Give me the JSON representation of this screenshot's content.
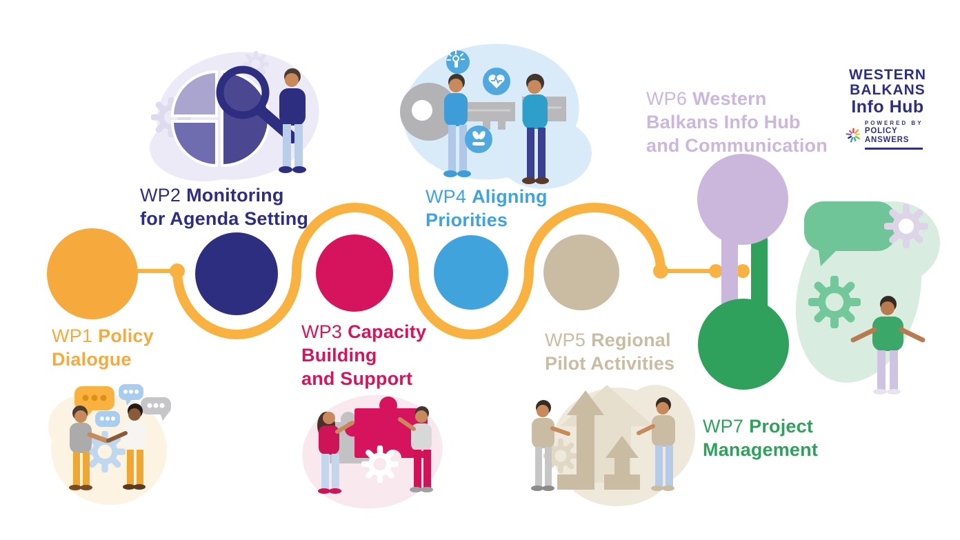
{
  "logo": {
    "line1": "WESTERN",
    "line2": "BALKANS",
    "line3": "Info Hub",
    "powered_by": "POWERED BY",
    "brand": "POLICY ANSWERS",
    "color": "#2D2E80"
  },
  "connector": {
    "color": "#F9B240"
  },
  "work_packages": [
    {
      "prefix": "WP1",
      "bold_lead": "Policy",
      "lines": [
        "Dialogue"
      ],
      "color": "#F6A93C"
    },
    {
      "prefix": "WP2",
      "bold_lead": "Monitoring",
      "lines": [
        "for Agenda Setting"
      ],
      "color": "#2D2E80"
    },
    {
      "prefix": "WP3",
      "bold_lead": "Capacity",
      "lines": [
        "Building",
        "and Support"
      ],
      "color": "#D6145D"
    },
    {
      "prefix": "WP4",
      "bold_lead": "Aligning",
      "lines": [
        "Priorities"
      ],
      "color": "#41A3DC"
    },
    {
      "prefix": "WP5",
      "bold_lead": "Regional",
      "lines": [
        "Pilot Activities"
      ],
      "color": "#C9BCA2"
    },
    {
      "prefix": "WP6",
      "bold_lead": "Western",
      "lines": [
        "Balkans Info Hub",
        "and Communication"
      ],
      "color": "#CBB7DC"
    },
    {
      "prefix": "WP7",
      "bold_lead": "Project",
      "lines": [
        "Management"
      ],
      "color": "#2FA15D"
    }
  ],
  "icons": [
    "pie-chart-magnifier-icon",
    "key-exchange-icon",
    "handshake-speech-bubbles-icon",
    "puzzle-pieces-icon",
    "growth-arrows-icon",
    "speech-bubble-gears-icon",
    "gear-icon",
    "starburst-icon"
  ]
}
